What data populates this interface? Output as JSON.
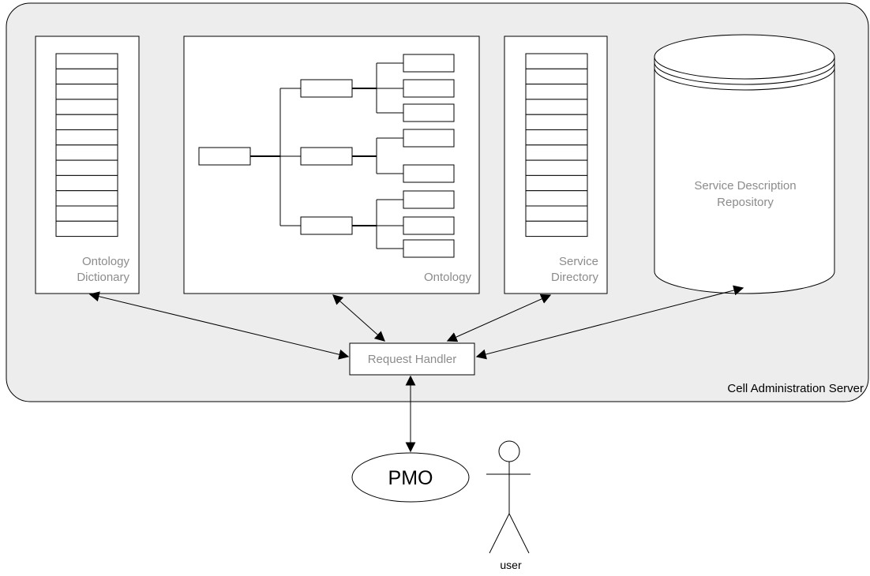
{
  "server": {
    "label": "Cell Administration Server"
  },
  "components": {
    "ontology_dictionary": {
      "line1": "Ontology",
      "line2": "Dictionary"
    },
    "ontology": {
      "label": "Ontology"
    },
    "service_directory": {
      "line1": "Service",
      "line2": "Directory"
    },
    "service_description_repository": {
      "line1": "Service Description",
      "line2": "Repository"
    },
    "request_handler": {
      "label": "Request Handler"
    }
  },
  "pmo": {
    "label": "PMO"
  },
  "user": {
    "label": "user"
  },
  "colors": {
    "server_fill": "#ededed",
    "label_gray": "#8c8c8c",
    "stroke": "#000000"
  }
}
